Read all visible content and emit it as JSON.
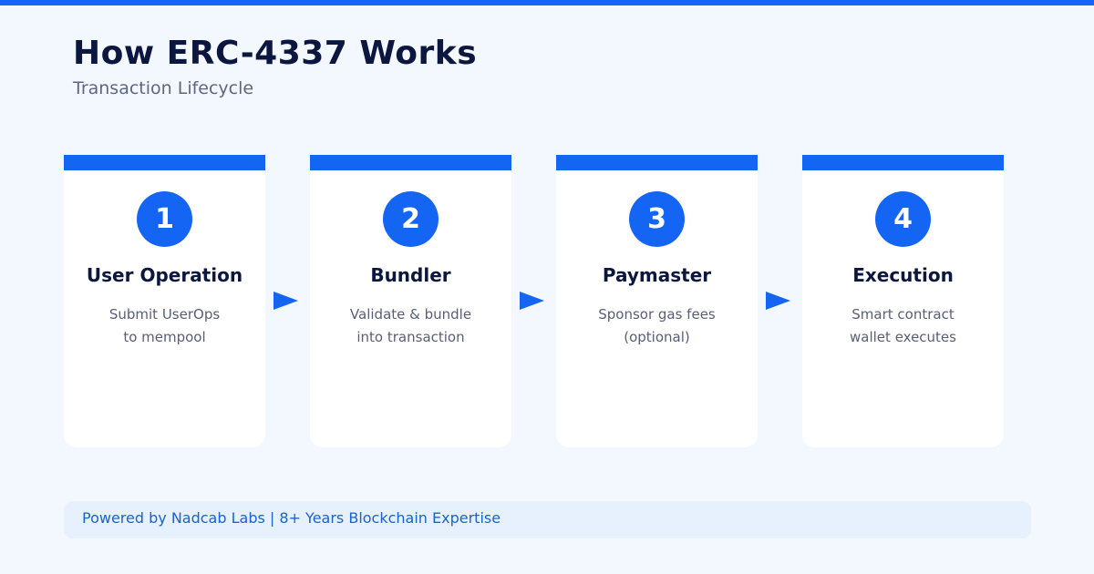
{
  "header": {
    "title": "How ERC-4337 Works",
    "subtitle": "Transaction Lifecycle"
  },
  "colors": {
    "accent": "#1565f5",
    "background": "#f3f7fe",
    "title": "#0c1740",
    "body_text": "#585e78",
    "footer_bg": "#e7f0fd",
    "footer_text": "#1a63d0"
  },
  "steps": [
    {
      "number": "1",
      "title": "User Operation",
      "desc_lines": [
        "Submit UserOps",
        "to mempool"
      ]
    },
    {
      "number": "2",
      "title": "Bundler",
      "desc_lines": [
        "Validate & bundle",
        "into transaction"
      ]
    },
    {
      "number": "3",
      "title": "Paymaster",
      "desc_lines": [
        "Sponsor gas fees",
        "(optional)"
      ]
    },
    {
      "number": "4",
      "title": "Execution",
      "desc_lines": [
        "Smart contract",
        "wallet executes"
      ]
    }
  ],
  "connectors": [
    {
      "icon": "arrow-right-icon",
      "from": "1",
      "to": "2"
    },
    {
      "icon": "arrow-right-icon",
      "from": "2",
      "to": "3"
    },
    {
      "icon": "arrow-right-icon",
      "from": "3",
      "to": "4"
    }
  ],
  "footer": {
    "text": "Powered by Nadcab Labs | 8+ Years Blockchain Expertise"
  }
}
